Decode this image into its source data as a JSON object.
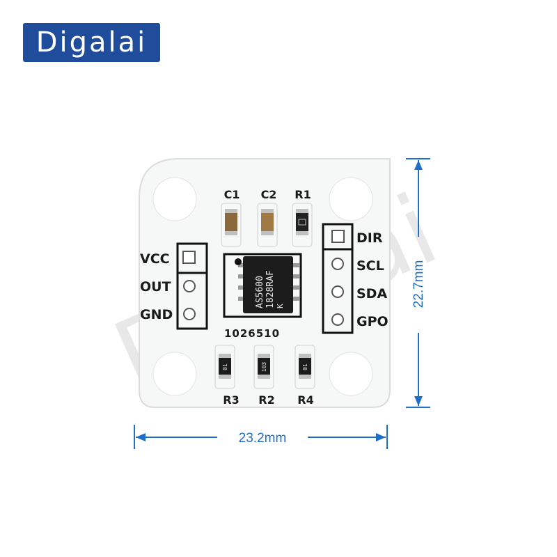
{
  "brand": {
    "name": "Digalai",
    "color": "#1f4d9c"
  },
  "watermark": "Digalai",
  "dimensions": {
    "width": "23.2mm",
    "height": "22.7mm",
    "color": "#1f6fc9"
  },
  "board": {
    "color": "#f6f7f7",
    "top_labels": [
      "C1",
      "C2",
      "R1"
    ],
    "bottom_labels": [
      "R3",
      "R2",
      "R4"
    ],
    "left_pins": [
      "VCC",
      "OUT",
      "GND"
    ],
    "right_pins": [
      "DIR",
      "SCL",
      "SDA",
      "GPO"
    ],
    "chip": {
      "line1": "AS5600",
      "line2": "1828RAF",
      "line3": "K"
    },
    "serial": "1026510",
    "resistor_codes": [
      "01",
      "103",
      "01"
    ]
  }
}
